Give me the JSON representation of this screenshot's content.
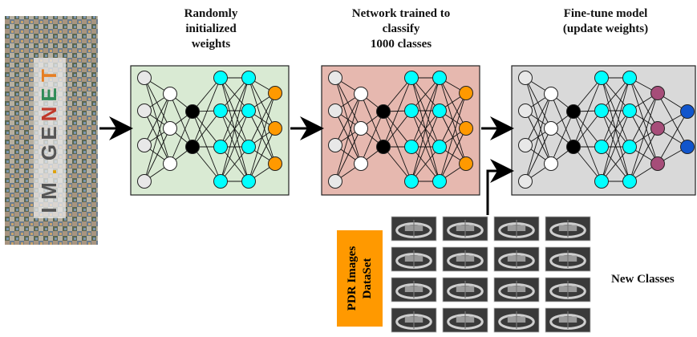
{
  "titles": {
    "stage1": "Randomly\ninitialized\nweights",
    "stage2": "Network trained to\nclassify\n1000 classes",
    "stage3": "Fine-tune model\n(update weights)"
  },
  "dataset_label": {
    "line1": "PDR Images",
    "line2": "DataSet"
  },
  "new_classes_label": "New Classes",
  "imagenet_logo": {
    "letters": [
      "I",
      "M",
      ".",
      "G",
      "E",
      "N",
      "E",
      "T"
    ],
    "colors": [
      "#555555",
      "#555555",
      "#e0a000",
      "#555555",
      "#555555",
      "#c0392b",
      "#2e8b57",
      "#e67e22"
    ]
  },
  "colors": {
    "panel_random": "#d9ead3",
    "panel_trained": "#e6b8af",
    "panel_finetune": "#d9d9d9",
    "node_input": "#e8e8e8",
    "node_hidden_white": "#ffffff",
    "node_black": "#000000",
    "node_cyan": "#00ffff",
    "node_orange": "#ff9900",
    "node_purple": "#a64d79",
    "node_blue": "#1155cc",
    "dataset_box": "#ff9900"
  },
  "xray_grid": {
    "rows": 4,
    "cols": 4
  }
}
